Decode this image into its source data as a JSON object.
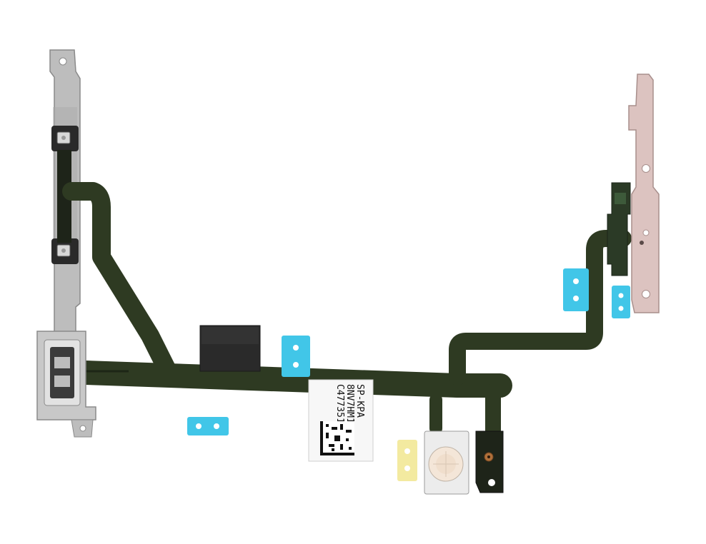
{
  "label": {
    "line1": "SP-KPA",
    "line2": "8NV7HM17",
    "line3": "C477351"
  },
  "colors": {
    "background": "#ffffff",
    "flex": "#2e3a22",
    "flex_edge": "#1d2616",
    "steel": "#b9b9b9",
    "steel_dark": "#8f8f8f",
    "bracket_pink": "#dcc3c0",
    "adhesive_blue": "#41c6e8",
    "adhesive_yellow": "#f3eaa0",
    "copper": "#b0703a"
  },
  "icons": [
    "data-matrix-code",
    "flash-diffuser",
    "microphone-port"
  ]
}
